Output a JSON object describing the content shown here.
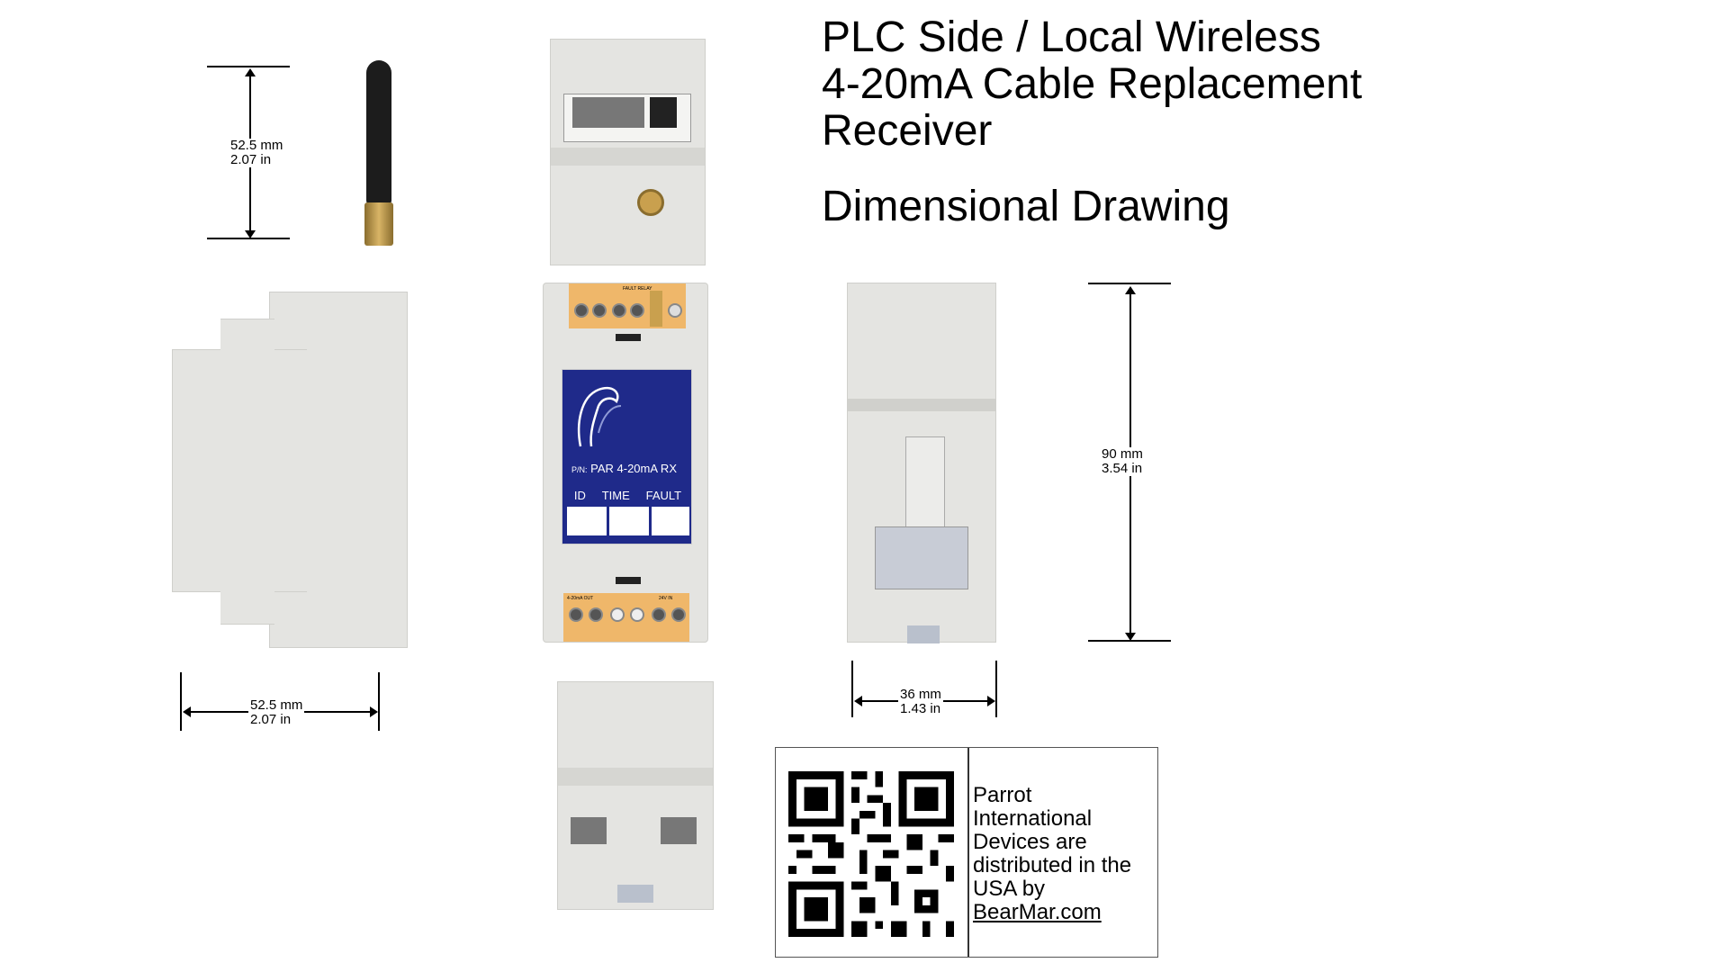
{
  "title": {
    "lines": [
      "PLC Side / Local Wireless",
      "4-20mA Cable Replacement",
      "Receiver"
    ],
    "subtitle": "Dimensional Drawing"
  },
  "dimensions": {
    "antenna_height": {
      "mm": "52.5 mm",
      "in": "2.07 in"
    },
    "depth": {
      "mm": "52.5 mm",
      "in": "2.07 in"
    },
    "height": {
      "mm": "90 mm",
      "in": "3.54 in"
    },
    "width": {
      "mm": "36 mm",
      "in": "1.43 in"
    }
  },
  "device_label": {
    "part_number_prefix": "P/N:",
    "part_number": "PAR 4-20mA RX",
    "fields": [
      "ID",
      "TIME",
      "FAULT"
    ],
    "top_terminal_label": "FAULT RELAY",
    "bottom_left_label": "4-20mA OUT",
    "bottom_right_label": "24V IN"
  },
  "distributor": {
    "text_lines": [
      "Parrot",
      "International",
      "Devices are",
      "distributed in the",
      "USA by"
    ],
    "link": "BearMar.com"
  },
  "colors": {
    "label_blue": "#1f2a8a",
    "terminal_orange": "#efb76a",
    "housing": "#e4e4e1"
  }
}
